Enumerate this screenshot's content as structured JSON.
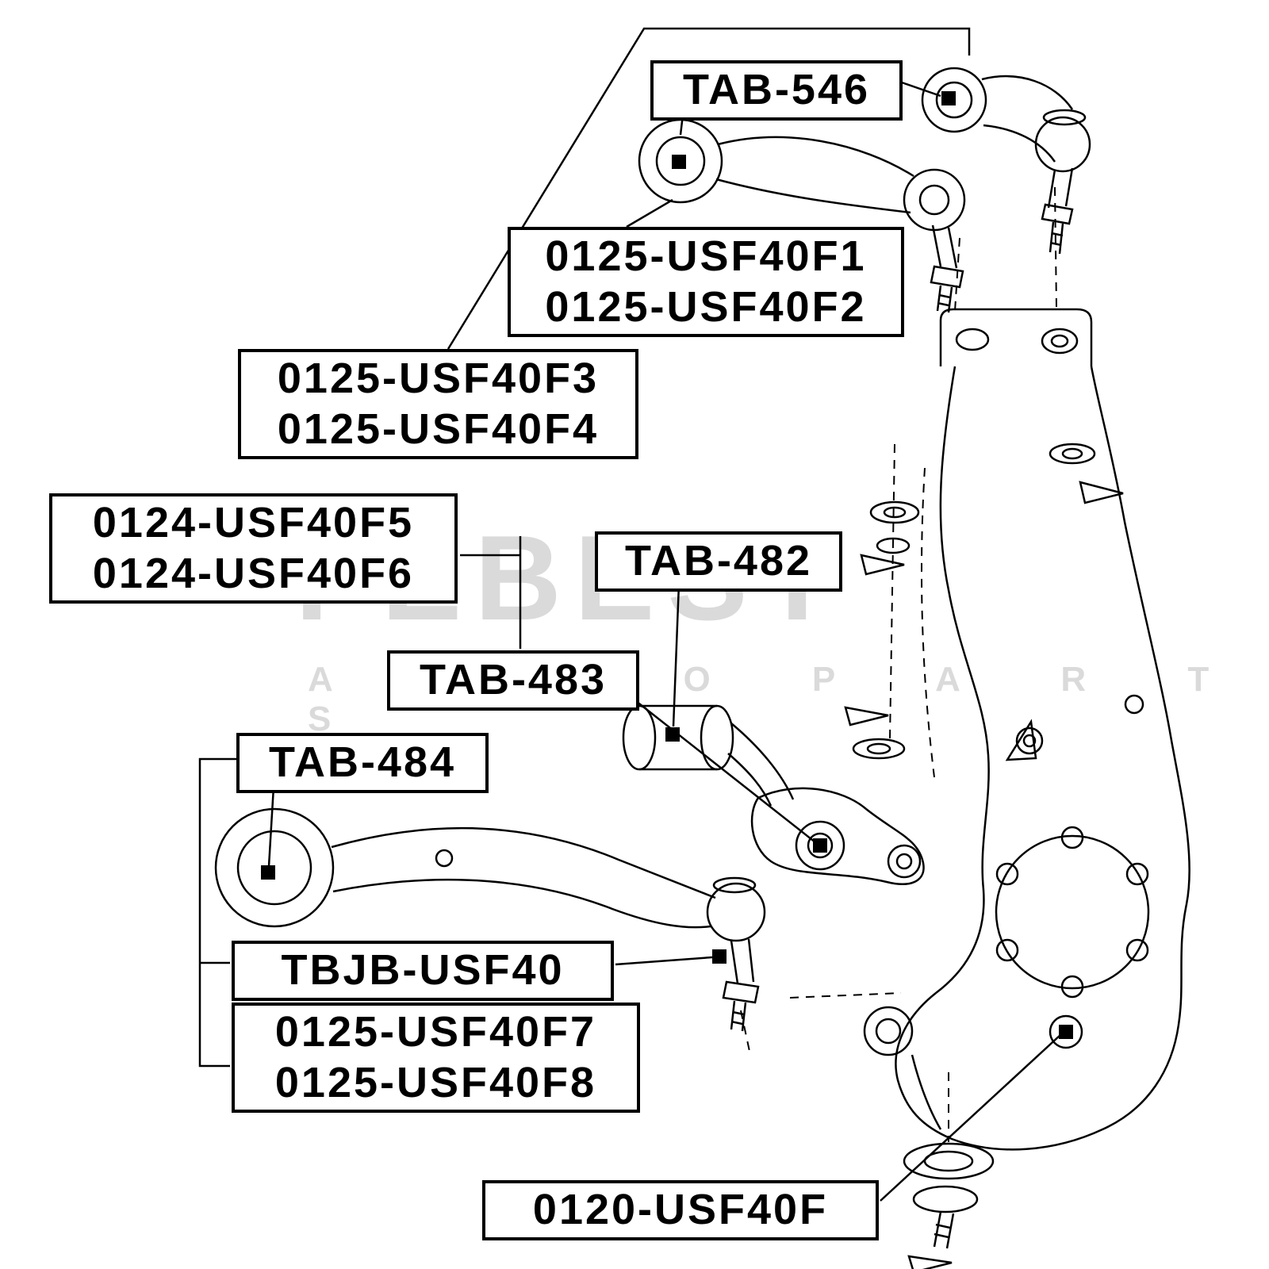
{
  "page": {
    "background": "#ffffff",
    "line_color": "#000000",
    "marker_color": "#000000"
  },
  "watermark": {
    "brand": "FEBEST",
    "subtitle": "A U T O   P A R T S"
  },
  "labels": {
    "tab_546": {
      "lines": [
        "TAB-546"
      ]
    },
    "usf40f1_f2": {
      "lines": [
        "0125-USF40F1",
        "0125-USF40F2"
      ]
    },
    "usf40f3_f4": {
      "lines": [
        "0125-USF40F3",
        "0125-USF40F4"
      ]
    },
    "usf40f5_f6": {
      "lines": [
        "0124-USF40F5",
        "0124-USF40F6"
      ]
    },
    "tab_482": {
      "lines": [
        "TAB-482"
      ]
    },
    "tab_483": {
      "lines": [
        "TAB-483"
      ]
    },
    "tab_484": {
      "lines": [
        "TAB-484"
      ]
    },
    "tbjb_usf40": {
      "lines": [
        "TBJB-USF40"
      ]
    },
    "usf40f7_f8": {
      "lines": [
        "0125-USF40F7",
        "0125-USF40F8"
      ]
    },
    "usf40f_0120": {
      "lines": [
        "0120-USF40F"
      ]
    }
  }
}
